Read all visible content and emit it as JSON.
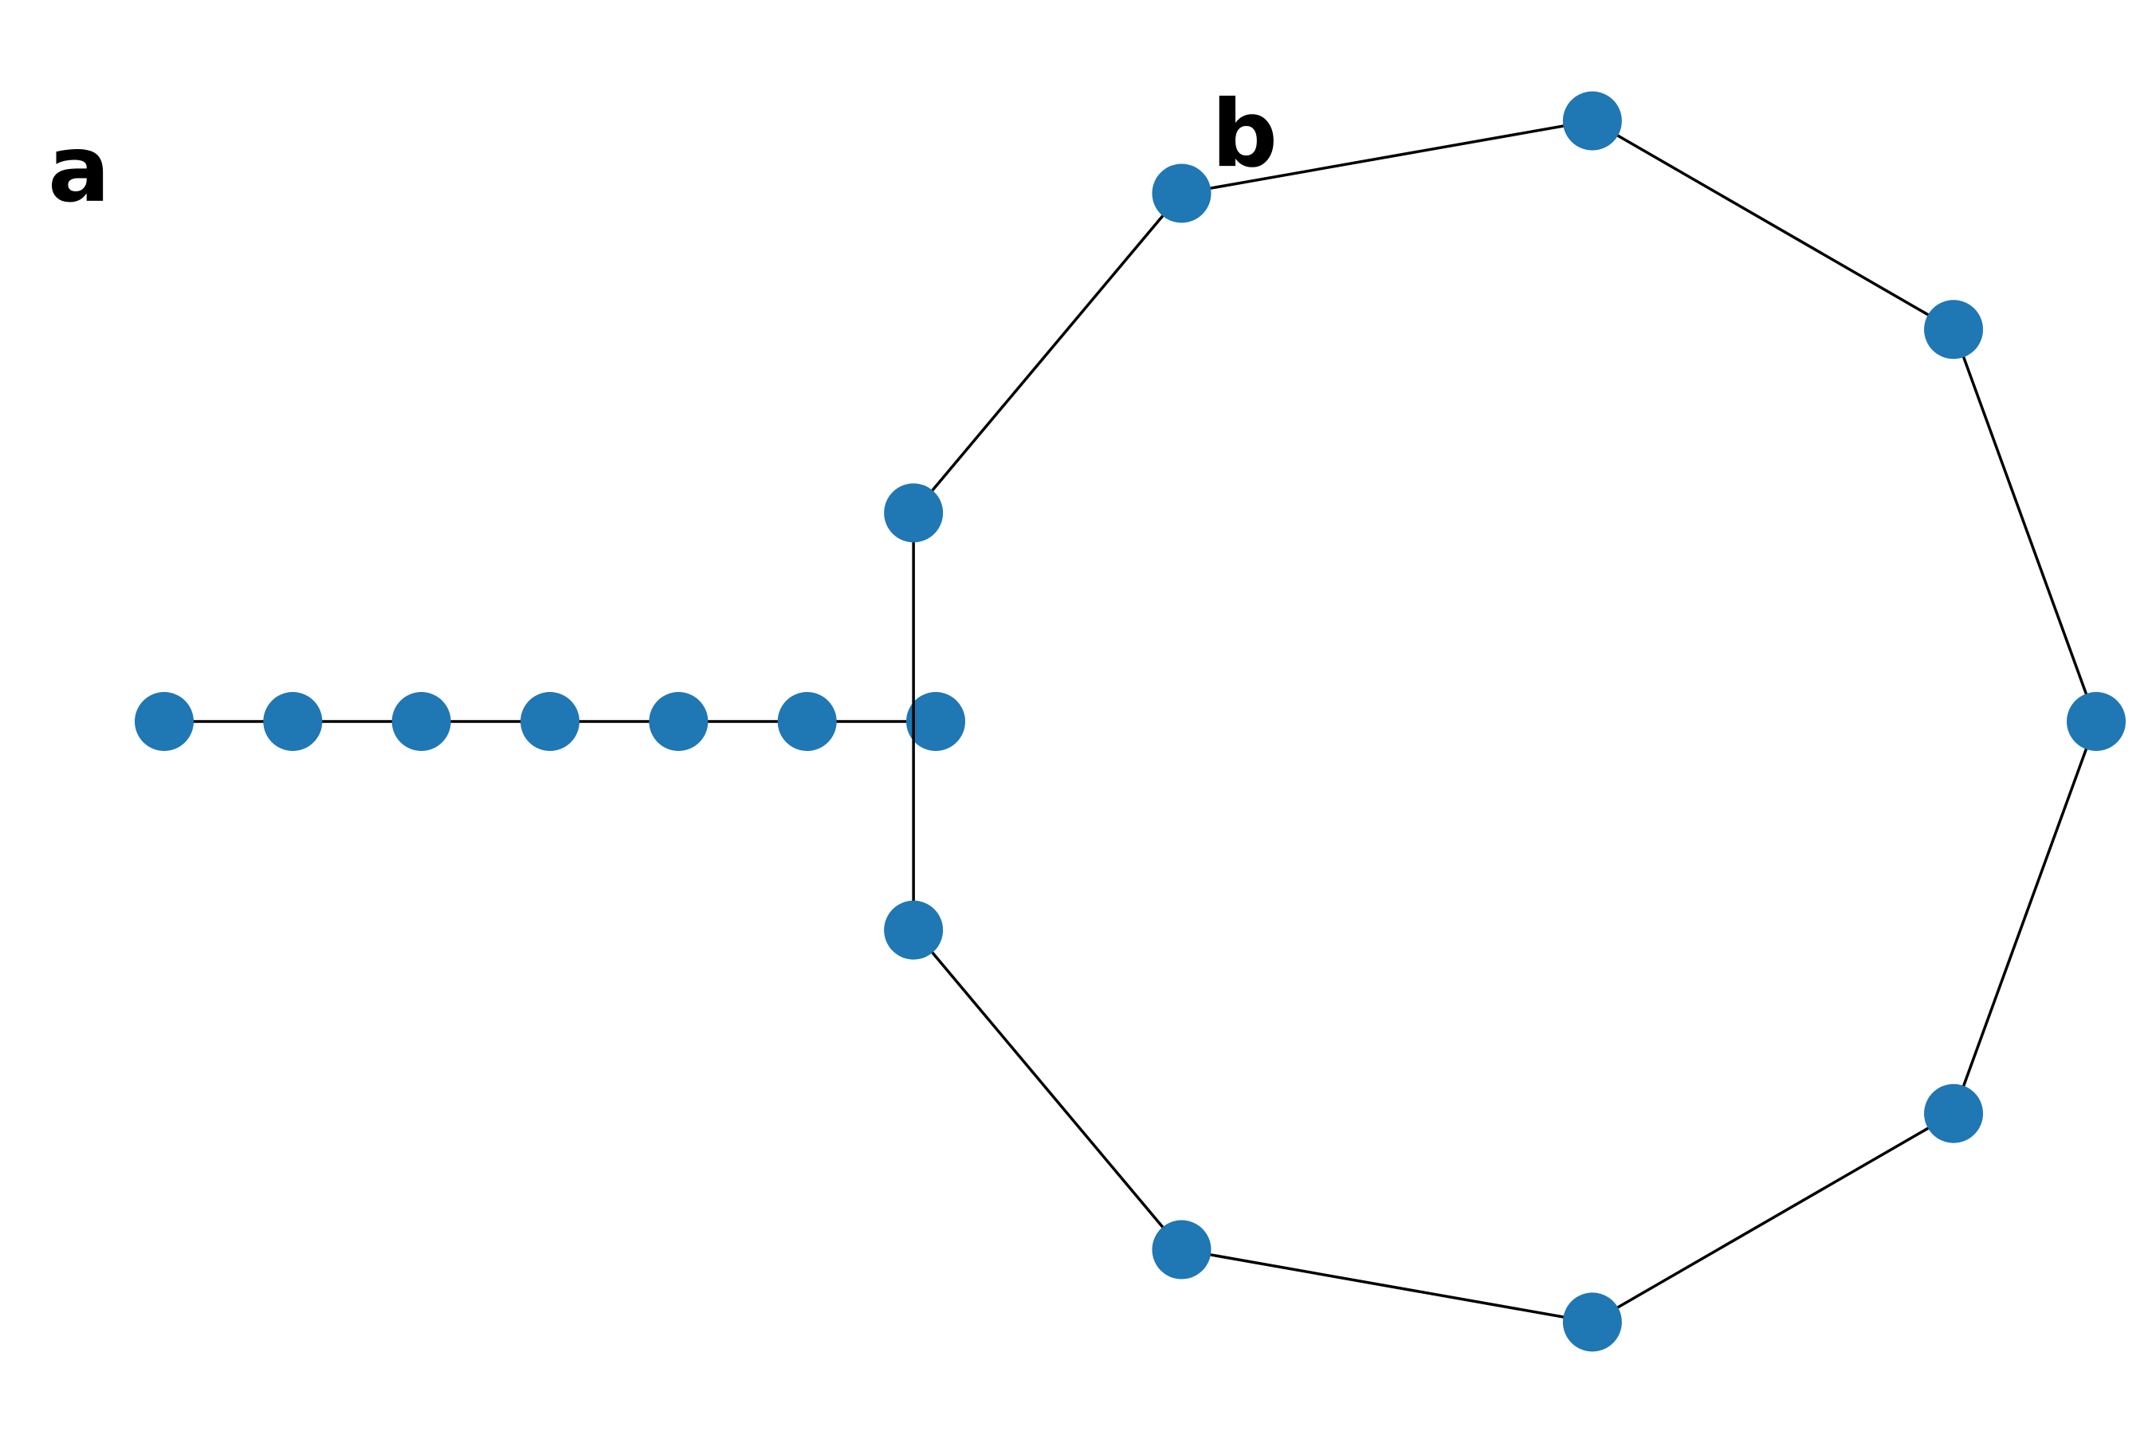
{
  "panels": [
    {
      "id": "a",
      "label": "a",
      "graph": "path",
      "node_count": 7,
      "edges": [
        [
          0,
          1
        ],
        [
          1,
          2
        ],
        [
          2,
          3
        ],
        [
          3,
          4
        ],
        [
          4,
          5
        ],
        [
          5,
          6
        ]
      ]
    },
    {
      "id": "b",
      "label": "b",
      "graph": "cycle",
      "node_count": 9,
      "edges": [
        [
          0,
          1
        ],
        [
          1,
          2
        ],
        [
          2,
          3
        ],
        [
          3,
          4
        ],
        [
          4,
          5
        ],
        [
          5,
          6
        ],
        [
          6,
          7
        ],
        [
          7,
          8
        ],
        [
          8,
          0
        ]
      ]
    }
  ],
  "colors": {
    "node": "#1f77b4",
    "edge": "#000000",
    "background": "#ffffff"
  }
}
